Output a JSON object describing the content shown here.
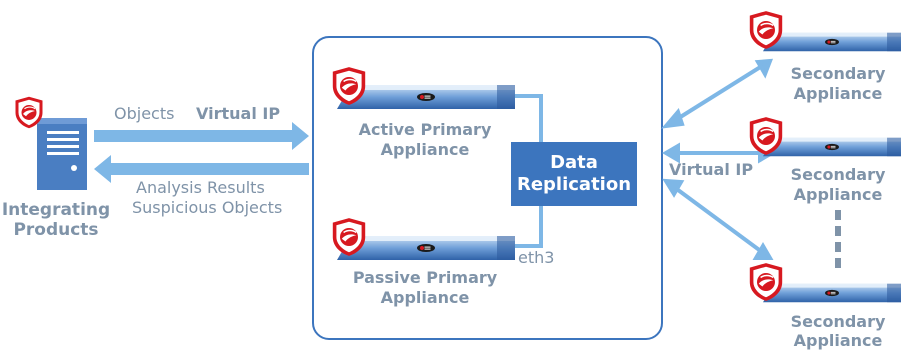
{
  "colors": {
    "accent_blue": "#3c75be",
    "arrow_blue": "#7eb7e6",
    "label_gray": "#7f93a8",
    "shield_red": "#d71920",
    "server_blue": "#4a7ec2"
  },
  "icons": {
    "appliance": "trend-micro-appliance-icon",
    "shield": "trend-micro-shield-icon",
    "server": "server-tower-icon"
  },
  "integrating": {
    "line1": "Integrating",
    "line2": "Products"
  },
  "arrows": {
    "objects_label": "Objects",
    "virtual_ip": "Virtual IP",
    "analysis_results": "Analysis Results",
    "suspicious_objects": "Suspicious Objects"
  },
  "cluster": {
    "active_line1": "Active Primary",
    "active_line2": "Appliance",
    "passive_line1": "Passive Primary",
    "passive_line2": "Appliance",
    "replication_line1": "Data",
    "replication_line2": "Replication",
    "eth3": "eth3"
  },
  "secondary": {
    "virtual_ip": "Virtual IP",
    "items": [
      {
        "line1": "Secondary",
        "line2": "Appliance"
      },
      {
        "line1": "Secondary",
        "line2": "Appliance"
      },
      {
        "line1": "Secondary",
        "line2": "Appliance"
      }
    ]
  }
}
